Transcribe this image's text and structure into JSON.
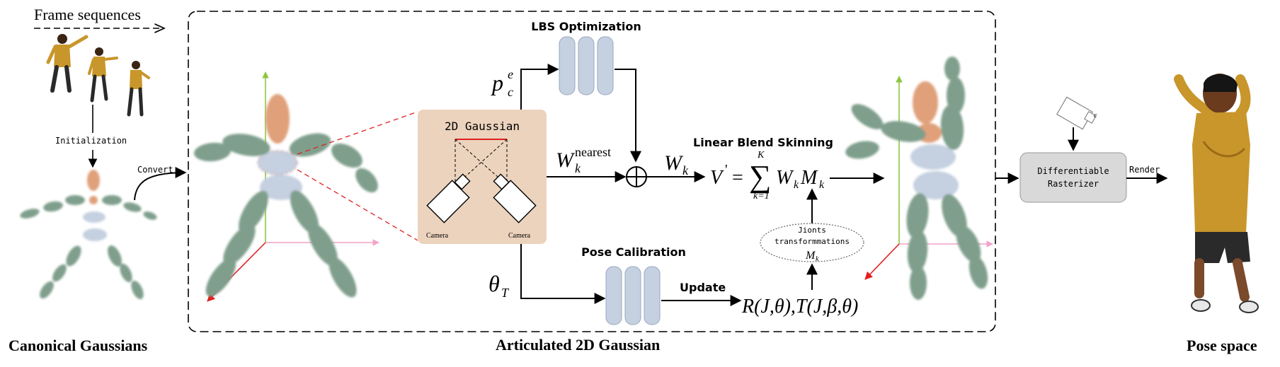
{
  "labels": {
    "frame_sequences": "Frame sequences",
    "initialization": "Initialization",
    "convert": "Convert",
    "canonical_gaussians": "Canonical Gaussians",
    "articulated_2d_gaussian": "Articulated 2D Gaussian",
    "pose_space": "Pose space",
    "lbs_optimization": "LBS Optimization",
    "pose_calibration": "Pose Calibration",
    "linear_blend_skinning": "Linear Blend Skinning",
    "update": "Update",
    "render": "Render",
    "gaussian_2d_title": "2D Gaussian",
    "camera_left": "Camera",
    "camera_right": "Camera",
    "rasterizer_line1": "Differentiable",
    "rasterizer_line2": "Rasterizer",
    "joints_line1": "Jionts",
    "joints_line2": "transformmations",
    "camera_c": "c"
  },
  "math": {
    "p_base": "p",
    "p_sup": "e",
    "p_sub": "c",
    "w_nearest_base": "W",
    "w_nearest_sup": "nearest",
    "w_nearest_sub": "k",
    "wk_base": "W",
    "wk_sub": "k",
    "theta_base": "θ",
    "theta_sub": "T",
    "oplus": "⊕",
    "v_prime": "V",
    "v_prime_mark": "'",
    "equals": "=",
    "sum_symbol": "∑",
    "sum_upper": "K",
    "sum_lower": "k=1",
    "sum_body_w": "W",
    "sum_body_w_sub": "k",
    "sum_body_m": "M",
    "sum_body_m_sub": "k",
    "mk_base": "M",
    "mk_sub": "k",
    "rt_formula": "R(J,θ),T(J,β,θ)"
  },
  "colors": {
    "gaussian_green": "#7f9f8c",
    "gaussian_orange": "#e0a07a",
    "gaussian_blue": "#c5d0e0",
    "panel_bg": "#ecd3bd",
    "mlp_block": "#c5d0e0",
    "axis_green": "#8cc63f",
    "axis_pink": "#f4a3c8",
    "axis_red": "#e02020",
    "rasterizer_bg": "#d9d9d9",
    "person_shirt": "#c8962a",
    "person_shorts": "#2a2a2a",
    "person_skin": "#6b3b1e"
  }
}
